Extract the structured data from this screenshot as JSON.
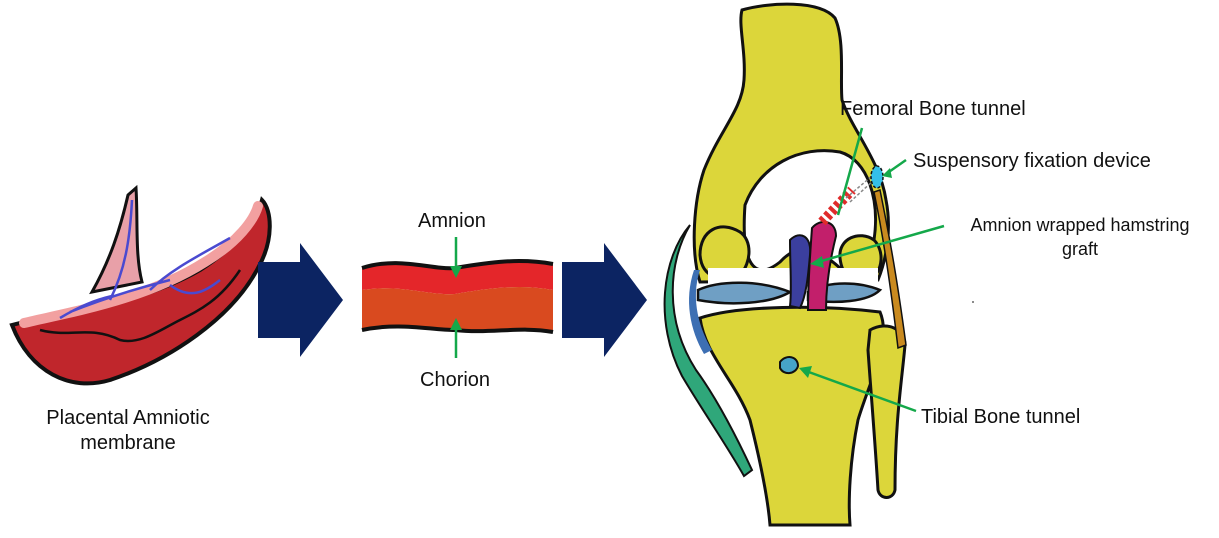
{
  "diagram": {
    "labels": {
      "placenta_line1": "Placental Amniotic",
      "placenta_line2": "membrane",
      "amnion": "Amnion",
      "chorion": "Chorion",
      "femoral_tunnel": "Femoral Bone tunnel",
      "fixation_device": "Suspensory fixation device",
      "graft_line1": "Amnion wrapped hamstring",
      "graft_line2": "graft",
      "tibial_tunnel": "Tibial Bone tunnel"
    },
    "colors": {
      "arrow": "#0c2462",
      "annotation_line": "#14a84a",
      "bone": "#dcd63a",
      "placenta": "#c0262c",
      "amnion_layer": "#e4262a",
      "chorion_layer": "#d94a1f",
      "graft": "#c21f6b",
      "meniscus": "#6f9fc4",
      "mcl": "#2fa77a",
      "fixation_device": "#34c0e8"
    },
    "icons": [
      "right-arrow-icon",
      "right-arrow-icon"
    ]
  }
}
